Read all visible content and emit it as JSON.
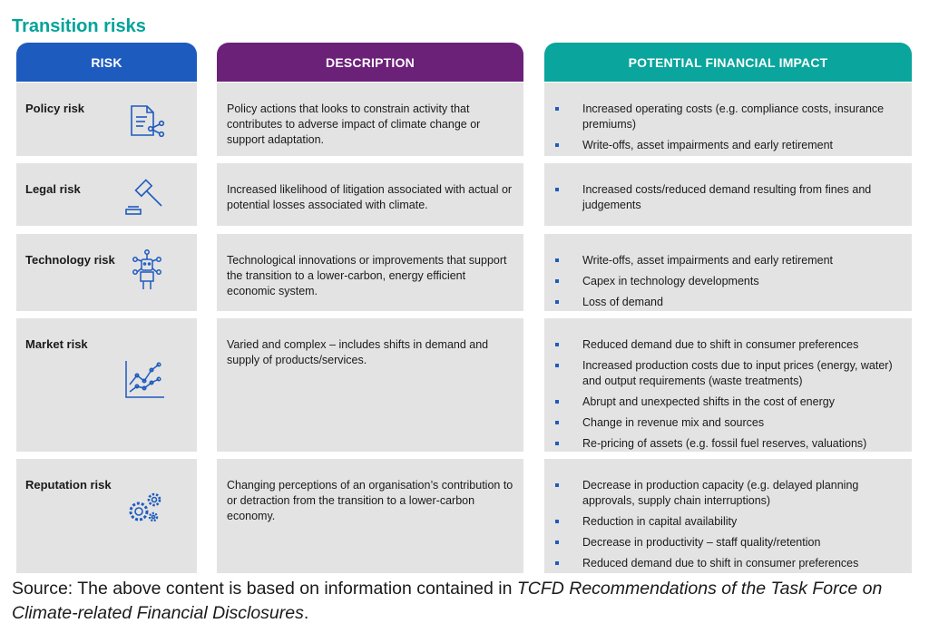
{
  "title": "Transition risks",
  "headers": {
    "risk": "RISK",
    "description": "DESCRIPTION",
    "impact": "POTENTIAL FINANCIAL IMPACT"
  },
  "colors": {
    "title": "#00a39a",
    "risk_header": "#1e5bbf",
    "description_header": "#6c2179",
    "impact_header": "#0aa59d",
    "cell_background": "#e3e3e3",
    "icon_stroke": "#1e5bbf"
  },
  "rows": [
    {
      "risk": "Policy risk",
      "icon": "document-network-icon",
      "description": "Policy actions that looks to constrain activity that contributes to adverse impact of climate change or support adaptation.",
      "impacts": [
        "Increased operating costs (e.g. compliance costs, insurance premiums)",
        "Write-offs, asset impairments and early retirement"
      ]
    },
    {
      "risk": "Legal risk",
      "icon": "gavel-icon",
      "description": "Increased likelihood of litigation associated with actual or potential losses associated with climate.",
      "impacts": [
        "Increased costs/reduced demand resulting from fines and judgements"
      ]
    },
    {
      "risk": "Technology risk",
      "icon": "robot-network-icon",
      "description": "Technological innovations or improvements that support the transition to a lower-carbon, energy efficient economic system.",
      "impacts": [
        "Write-offs, asset impairments and early retirement",
        "Capex in technology developments",
        "Loss of demand"
      ]
    },
    {
      "risk": "Market risk",
      "icon": "line-chart-icon",
      "description": "Varied and complex – includes shifts in demand and supply of products/services.",
      "impacts": [
        "Reduced demand due to shift in consumer preferences",
        "Increased production costs due to input prices (energy, water) and output requirements (waste treatments)",
        "Abrupt and unexpected shifts in the cost of energy",
        "Change in revenue mix and sources",
        "Re-pricing of assets (e.g. fossil fuel reserves, valuations)"
      ]
    },
    {
      "risk": "Reputation risk",
      "icon": "gears-icon",
      "description": "Changing perceptions of an organisation’s contribution to or detraction from the transition to a lower-carbon economy.",
      "impacts": [
        "Decrease in production capacity (e.g. delayed planning approvals, supply chain interruptions)",
        "Reduction in capital availability",
        "Decrease in productivity – staff quality/retention",
        "Reduced demand due to shift in consumer preferences"
      ]
    }
  ],
  "source": {
    "prefix": "Source: The above content is based on information contained in ",
    "citation": "TCFD Recommendations of the Task Force on Climate-related Financial Disclosures",
    "suffix": "."
  }
}
